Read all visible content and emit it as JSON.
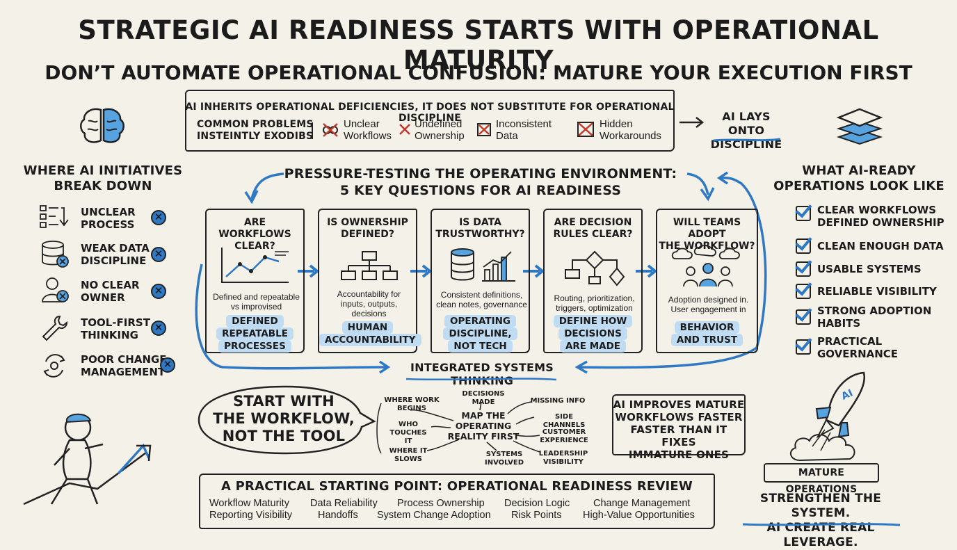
{
  "header": {
    "title": "STRATEGIC AI READINESS STARTS WITH OPERATIONAL MATURITY",
    "subtitle": "DON’T AUTOMATE OPERATIONAL CONFUSION: MATURE YOUR EXECUTION FIRST"
  },
  "top_box": {
    "heading": "AI INHERITS OPERATIONAL DEFICIENCIES, IT DOES NOT SUBSTITUTE FOR OPERATIONAL DISCIPLINE",
    "label_line1": "COMMON PROBLEMS",
    "label_line2": "INSTEINTLY EXODIBS",
    "problems": [
      {
        "line1": "Unclear",
        "line2": "Workflows"
      },
      {
        "line1": "Undefined",
        "line2": "Ownership"
      },
      {
        "line1": "Inconsistent",
        "line2": "Data"
      },
      {
        "line1": "Hidden",
        "line2": "Workarounds"
      }
    ]
  },
  "ai_lays": {
    "line1": "AI LAYS ONTO",
    "line2": "DISCIPLINE"
  },
  "left_panel": {
    "title_line1": "WHERE AI INITIATIVES",
    "title_line2": "BREAK DOWN",
    "items": [
      {
        "line1": "UNCLEAR",
        "line2": "PROCESS",
        "icon": "process-flow-icon"
      },
      {
        "line1": "WEAK DATA",
        "line2": "DISCIPLINE",
        "icon": "database-icon"
      },
      {
        "line1": "NO CLEAR",
        "line2": "OWNER",
        "icon": "person-icon"
      },
      {
        "line1": "TOOL-FIRST",
        "line2": "THINKING",
        "icon": "wrench-icon"
      },
      {
        "line1": "POOR CHANGE",
        "line2": "MANAGEMENT",
        "icon": "change-cycle-icon"
      }
    ]
  },
  "center": {
    "title_line1": "PRESSURE-TESTING THE OPERATING ENVIRONMENT:",
    "title_line2": "5 KEY QUESTIONS FOR AI READINESS",
    "questions": [
      {
        "title1": "ARE WORKFLOWS",
        "title2": "CLEAR?",
        "desc1": "Defined and repeatable",
        "desc2": "vs improvised",
        "desc3": "",
        "badge1": "DEFINED",
        "badge2": "REPEATABLE",
        "badge3": "PROCESSES",
        "icon": "line-chart-icon"
      },
      {
        "title1": "IS OWNERSHIP",
        "title2": "DEFINED?",
        "desc1": "Accountability for",
        "desc2": "inputs, outputs,",
        "desc3": "decisions",
        "badge1": "HUMAN",
        "badge2": "ACCOUNTABILITY",
        "badge3": "",
        "icon": "org-chart-icon"
      },
      {
        "title1": "IS DATA",
        "title2": "TRUSTWORTHY?",
        "desc1": "Consistent definitions,",
        "desc2": "clean notes, governance",
        "desc3": "",
        "badge1": "OPERATING",
        "badge2": "DISCIPLINE,",
        "badge3": "NOT TECH",
        "icon": "database-chart-icon"
      },
      {
        "title1": "ARE DECISION",
        "title2": "RULES CLEAR?",
        "desc1": "Routing, prioritization,",
        "desc2": "triggers, optimization",
        "desc3": "",
        "badge1": "DEFINE HOW",
        "badge2": "DECISIONS",
        "badge3": "ARE MADE",
        "icon": "flowchart-icon"
      },
      {
        "title1": "WILL TEAMS ADOPT",
        "title2": "THE WORKFLOW?",
        "desc1": "Adoption designed in.",
        "desc2": "User engagement in",
        "desc3": "",
        "badge1": "BEHAVIOR",
        "badge2": "AND TRUST",
        "badge3": "",
        "icon": "team-icon"
      }
    ],
    "integrated": "INTEGRATED SYSTEMS THINKING"
  },
  "right_panel": {
    "title_line1": "WHAT AI-READY",
    "title_line2": "OPERATIONS LOOK LIKE",
    "items": [
      {
        "line1": "CLEAR WORKFLOWS",
        "line2": "DEFINED OWNERSHIP"
      },
      {
        "line1": "CLEAN ENOUGH DATA",
        "line2": ""
      },
      {
        "line1": "USABLE SYSTEMS",
        "line2": ""
      },
      {
        "line1": "RELIABLE VISIBILITY",
        "line2": ""
      },
      {
        "line1": "STRONG ADOPTION",
        "line2": "HABITS"
      },
      {
        "line1": "PRACTICAL",
        "line2": "GOVERNANCE"
      }
    ]
  },
  "bubble": {
    "line1": "START WITH",
    "line2": "THE WORKFLOW,",
    "line3": "NOT THE TOOL"
  },
  "mindmap": {
    "center1": "MAP THE",
    "center2": "OPERATING",
    "center3": "REALITY FIRST",
    "nodes": [
      {
        "line1": "WHERE WORK",
        "line2": "BEGINS"
      },
      {
        "line1": "DECISIONS MADE",
        "line2": ""
      },
      {
        "line1": "MISSING INFO",
        "line2": ""
      },
      {
        "line1": "WHO",
        "line2": "TOUCHES IT"
      },
      {
        "line1": "SIDE CHANNELS",
        "line2": ""
      },
      {
        "line1": "CUSTOMER",
        "line2": "EXPERIENCE"
      },
      {
        "line1": "WHERE IT",
        "line2": "SLOWS"
      },
      {
        "line1": "SYSTEMS",
        "line2": "INVOLVED"
      },
      {
        "line1": "LEADERSHIP",
        "line2": "VISIBILITY"
      }
    ]
  },
  "ai_improves": {
    "line1": "AI IMPROVES MATURE",
    "line2": "WORKFLOWS FASTER",
    "line3": "FASTER THAN IT FIXES",
    "line4": "IMMATURE ONES"
  },
  "rocket": {
    "label": "AI",
    "base_label": "MATURE OPERATIONS"
  },
  "closing": {
    "line1": "STRENGTHEN THE SYSTEM.",
    "line2": "AI CREATE REAL LEVERAGE."
  },
  "review": {
    "title": "A PRACTICAL STARTING POINT: OPERATIONAL READINESS REVIEW",
    "row1": [
      "Workflow Maturity",
      "Data Reliability",
      "Process Ownership",
      "Decision Logic",
      "Change Management"
    ],
    "row2": [
      "Reporting Visibility",
      "Handoffs",
      "System Change Adoption",
      "Risk Points",
      "High-Value Opportunities"
    ]
  },
  "colors": {
    "accent": "#2f78c4",
    "badge": "#bfdcf2",
    "ink": "#1b1b1b",
    "paper": "#f4f1e8",
    "alert": "#c0392b"
  }
}
